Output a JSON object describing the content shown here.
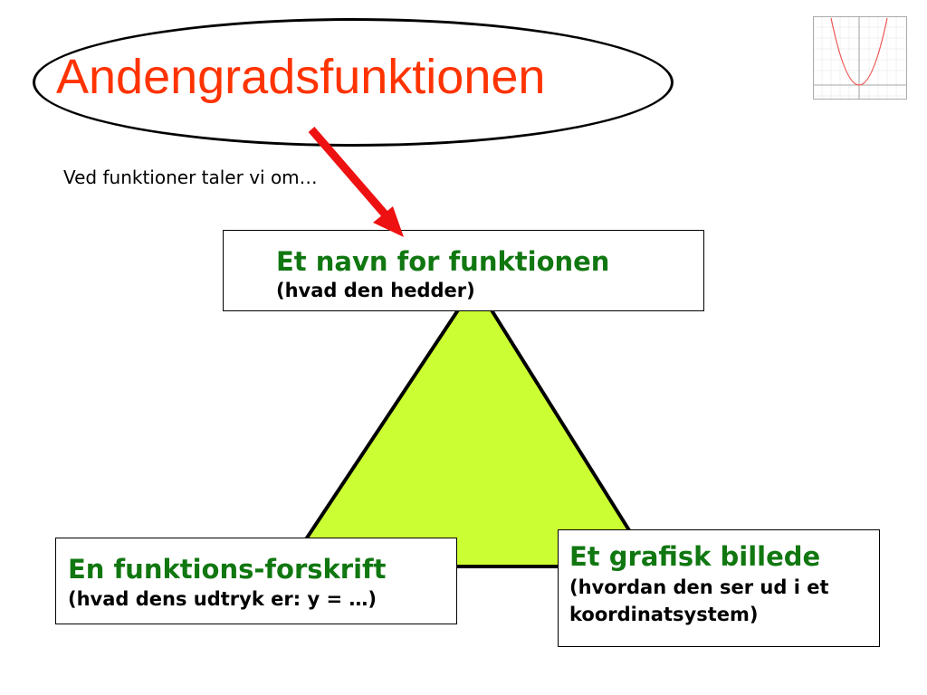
{
  "slide": {
    "title": "Andengradsfunktionen",
    "intro": "Ved funktioner taler vi om…",
    "nodes": {
      "top": {
        "heading": "Et navn for funktionen",
        "sub": "(hvad den hedder)"
      },
      "left": {
        "heading": "En funktions-forskrift",
        "sub": "(hvad dens udtryk er: y = …)"
      },
      "right": {
        "heading": "Et grafisk billede",
        "sub": "(hvordan den ser ud i et koordinatsystem)"
      }
    }
  },
  "colors": {
    "title": "#ff3300",
    "heading": "#117711",
    "triangle_fill": "#ccff33",
    "arrow": "#ee1111",
    "parabola": "#ee5555"
  },
  "icons": {
    "thumbnail": "parabola-graph-icon"
  }
}
